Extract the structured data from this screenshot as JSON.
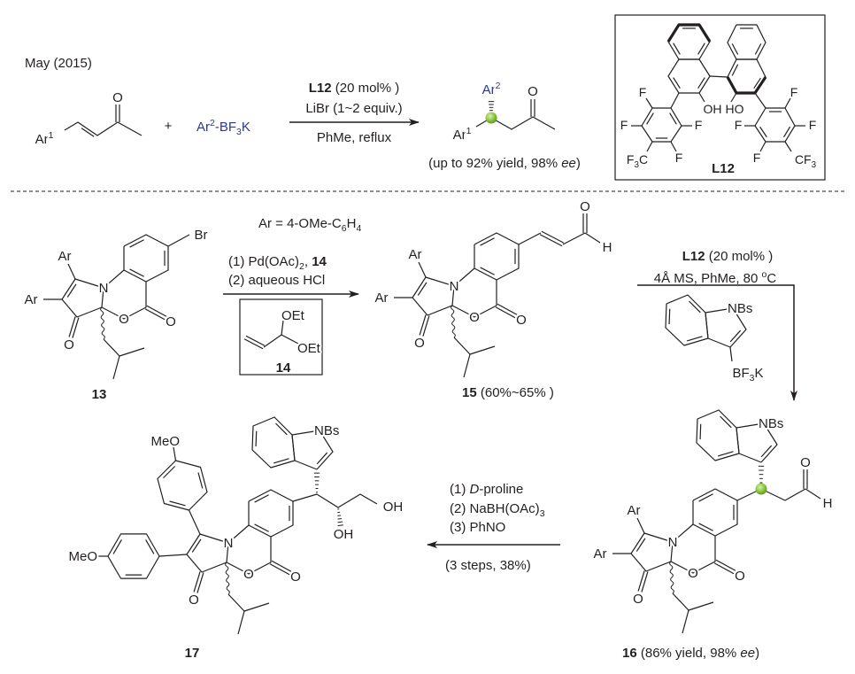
{
  "header": {
    "title": "May (2015)"
  },
  "colors": {
    "ink": "#231f20",
    "aryl_blue": "#2b3990",
    "stereocenter_green": "#8dc63f"
  },
  "top_reaction": {
    "substrate": {
      "ar": "Ar",
      "ar_sup": "1",
      "carbonyl_O": "O"
    },
    "plus": "+",
    "reagent": {
      "a": "Ar",
      "sup": "2",
      "b": "-BF",
      "sub": "3",
      "c": "K"
    },
    "conditions": {
      "catalyst": "L12",
      "catalyst_loading": " (20 mol% )",
      "additive": "LiBr (1~2 equiv.)",
      "solvent": "PhMe, reflux"
    },
    "product": {
      "ar1": "Ar",
      "ar1_sup": "1",
      "ar2": "Ar",
      "ar2_sup": "2",
      "carbonyl_O": "O",
      "result_prefix": "(up to 92% yield,  98% ",
      "result_ee": "ee",
      "result_suffix": ")"
    }
  },
  "ligand": {
    "name": "L12",
    "F": "F",
    "OH": "OH",
    "HO": "HO",
    "F3C": {
      "a": "F",
      "sub": "3",
      "b": "C"
    },
    "CF3": {
      "a": "CF",
      "sub": "3"
    }
  },
  "atoms": {
    "N": "N",
    "O": "O",
    "Ar": "Ar",
    "Br": "Br",
    "H": "H",
    "OH": "OH",
    "OEt": "OEt",
    "MeO": "MeO",
    "NBs": "NBs"
  },
  "step1": {
    "ar_definition": {
      "a": "Ar = 4-OMe-C",
      "sub1": "6",
      "b": "H",
      "sub2": "4"
    },
    "line1": {
      "a": "(1) Pd(OAc)",
      "sub": "2",
      "b": ", ",
      "bold": "14"
    },
    "line2": "(2) aqueous HCl",
    "reagent_box_label": "14"
  },
  "step2": {
    "catalyst": "L12",
    "catalyst_loading": " (20 mol% )",
    "conditions": {
      "a": "4Å MS, PhMe, 80 ",
      "sup": "o",
      "b": "C"
    },
    "reagent": {
      "a": "BF",
      "sub": "3",
      "b": "K"
    }
  },
  "step3": {
    "line1": {
      "a": "(1) ",
      "italic": "D",
      "b": "-proline"
    },
    "line2": {
      "a": "(2) NaBH(OAc)",
      "sub": "3"
    },
    "line3": "(3) PhNO",
    "summary": "(3 steps, 38%)"
  },
  "compounds": {
    "c13": {
      "label": "13"
    },
    "c15": {
      "label": "15",
      "yield": "  (60%~65% )"
    },
    "c16": {
      "label": "16",
      "yield_prefix": " (86% yield, 98% ",
      "ee": "ee",
      "yield_suffix": ")"
    },
    "c17": {
      "label": "17"
    }
  }
}
